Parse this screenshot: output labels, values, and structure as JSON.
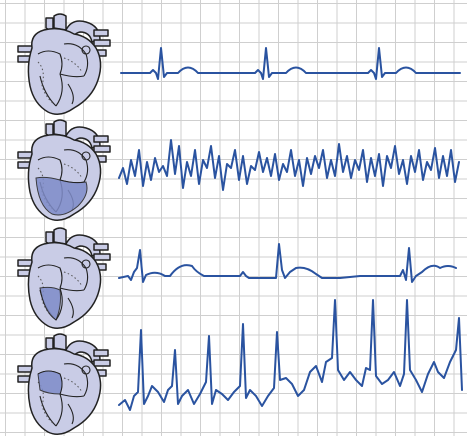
{
  "colors": {
    "grid": "#cfcfcf",
    "trace": "#2a53a0",
    "heart_body": "#c9cce6",
    "heart_highlight": "#7f8cc9",
    "outline": "#222222"
  },
  "rhythm_rows": [
    {
      "name": "row-1",
      "highlight": "none"
    },
    {
      "name": "row-2",
      "highlight": "ventricles"
    },
    {
      "name": "row-3",
      "highlight": "left-ventricle"
    },
    {
      "name": "row-4",
      "highlight": "atrium"
    }
  ]
}
